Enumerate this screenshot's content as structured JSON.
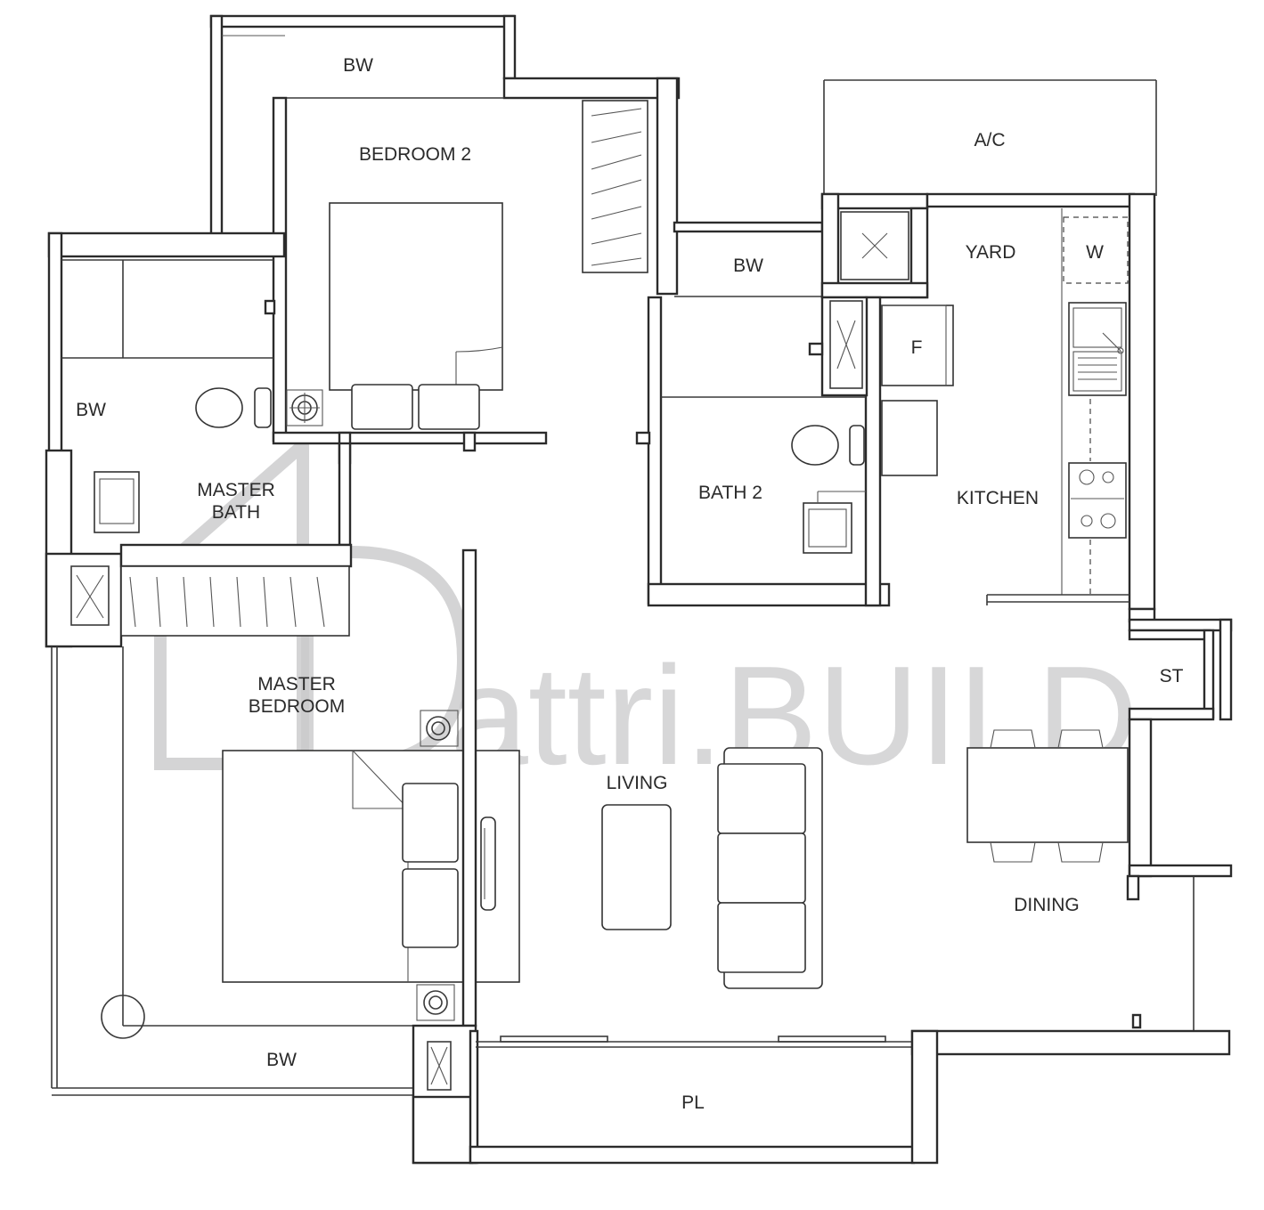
{
  "rooms": {
    "bw_top": "BW",
    "bedroom_2": "BEDROOM 2",
    "ac": "A/C",
    "yard": "YARD",
    "washer": "W",
    "bw_middle": "BW",
    "fridge": "F",
    "bw_left": "BW",
    "master_bath_line1": "MASTER",
    "master_bath_line2": "BATH",
    "bath_2": "BATH 2",
    "kitchen": "KITCHEN",
    "master_bedroom_line1": "MASTER",
    "master_bedroom_line2": "BEDROOM",
    "living": "LIVING",
    "store": "ST",
    "dining": "DINING",
    "bw_bottom": "BW",
    "planter": "PL"
  },
  "watermark": {
    "text": "attri.BUILD",
    "color": "#c9c9cb"
  },
  "colors": {
    "line": "#2b2b2b",
    "background": "#ffffff"
  }
}
